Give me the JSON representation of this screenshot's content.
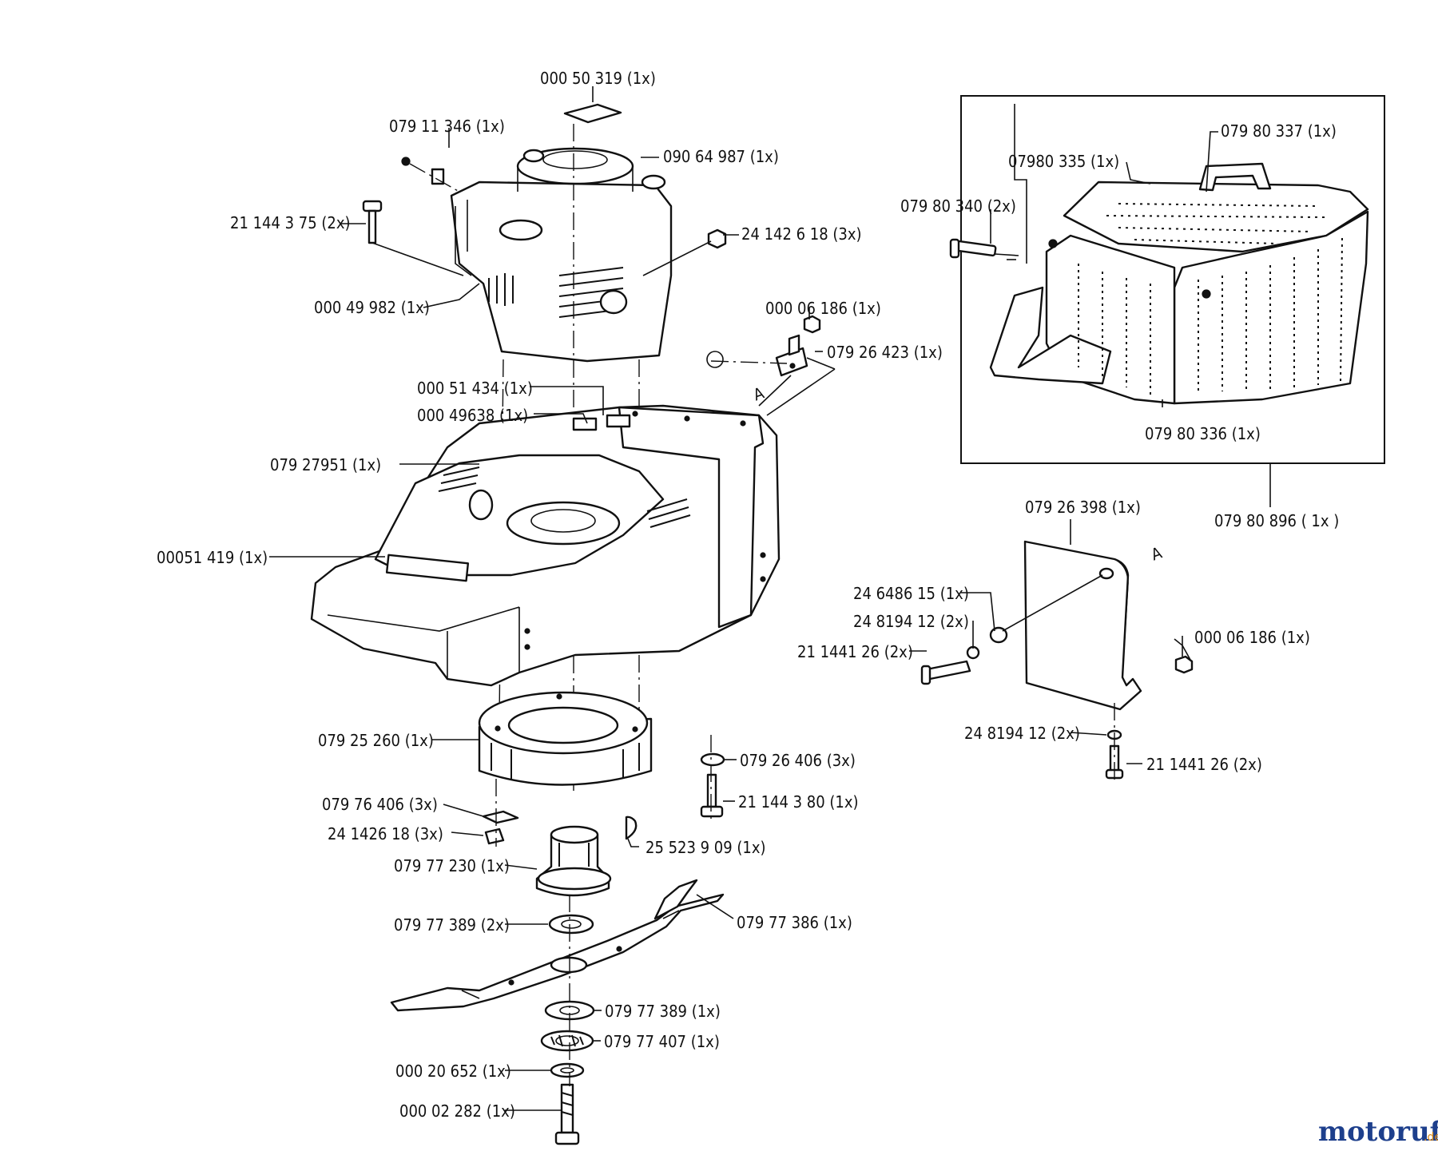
{
  "labels": [
    {
      "id": "engine-top-cap",
      "text": "000 50 319  (1x)"
    },
    {
      "id": "engine-screw",
      "text": "079 11 346  (1x)"
    },
    {
      "id": "engine",
      "text": "090 64 987  (1x)"
    },
    {
      "id": "engine-bolt",
      "text": "21 144 3 75  (2x)"
    },
    {
      "id": "engine-nut",
      "text": "24 142 6 18  (3x)"
    },
    {
      "id": "engine-gasket",
      "text": "000 49 982  (1x)"
    },
    {
      "id": "clip-a",
      "text": "000 06 186  (1x)"
    },
    {
      "id": "bracket-a",
      "text": "079 26 423  (1x)"
    },
    {
      "id": "plate-top",
      "text": "000 51 434  (1x)"
    },
    {
      "id": "plate-2",
      "text": "000 49638  (1x)"
    },
    {
      "id": "deck",
      "text": "079 27951  (1x)"
    },
    {
      "id": "deck-label",
      "text": "00051 419  (1x)"
    },
    {
      "id": "spacer-ring",
      "text": "079 25 260  (1x)"
    },
    {
      "id": "washer-right",
      "text": "079 26 406  (3x)"
    },
    {
      "id": "bolt-ring",
      "text": "21 144 3 80  (1x)"
    },
    {
      "id": "washer-left",
      "text": "079 76 406  (3x)"
    },
    {
      "id": "nut-left",
      "text": "24  1426 18   (3x)"
    },
    {
      "id": "key",
      "text": "25 523 9 09  (1x)"
    },
    {
      "id": "blade-hub",
      "text": "079 77 230  (1x)"
    },
    {
      "id": "washer-hub",
      "text": "079 77 389  (2x)"
    },
    {
      "id": "blade",
      "text": "079 77 386  (1x)"
    },
    {
      "id": "washer-blade",
      "text": "079 77 389  (1x)"
    },
    {
      "id": "lock-washer",
      "text": "079 77 407  (1x)"
    },
    {
      "id": "washer-small",
      "text": "000 20 652  (1x)"
    },
    {
      "id": "blade-bolt",
      "text": "000 02  282  (1x)"
    },
    {
      "id": "bag-frame",
      "text": "079 80 337  (1x)"
    },
    {
      "id": "bag-top",
      "text": "07980 335  (1x)"
    },
    {
      "id": "bag-pin",
      "text": "079 80 340  (2x)"
    },
    {
      "id": "bag-body",
      "text": "079 80 336  (1x)"
    },
    {
      "id": "bag-complete",
      "text": "079  80  896  ( 1x )"
    },
    {
      "id": "flap",
      "text": "079 26 398  (1x)"
    },
    {
      "id": "flap-washer",
      "text": "24 6486 15  (1x)"
    },
    {
      "id": "flap-washer-2",
      "text": "24 8194 12  (2x)"
    },
    {
      "id": "flap-screw",
      "text": "21 1441 26  (2x)"
    },
    {
      "id": "flap-clip",
      "text": "000 06 186  (1x)"
    },
    {
      "id": "flap-washer-3",
      "text": "24 8194 12  (2x)"
    },
    {
      "id": "flap-screw-2",
      "text": "21 1441 26  (2x)"
    }
  ],
  "markers": {
    "a_left": "A",
    "a_right": "A"
  },
  "watermark": {
    "brand": "motoruf",
    "tld": ".de",
    "color_main": "#1d3f8c",
    "color_accent": "#d98a1a"
  }
}
